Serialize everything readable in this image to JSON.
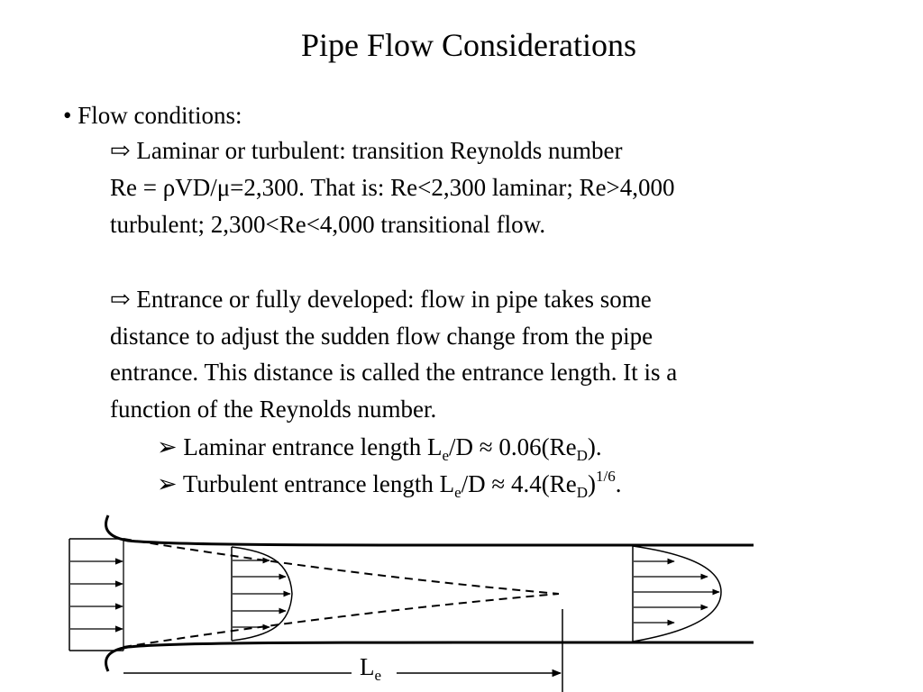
{
  "slide": {
    "title": "Pipe Flow Considerations",
    "bullet": "•",
    "heading": "Flow conditions:",
    "arrow_glyph": "⇨",
    "sub_arrow_glyph": "➢",
    "laminar_line": "Laminar or turbulent: transition Reynolds number",
    "re_line": "Re = ρVD/μ=2,300.  That is: Re<2,300 laminar; Re>4,000",
    "re_line_cont": "turbulent; 2,300<Re<4,000 transitional flow.",
    "entrance_lines": [
      "Entrance or fully developed: flow in pipe takes some",
      "distance to adjust the sudden flow change from the pipe",
      "entrance.  This distance is called the entrance length.  It is a",
      "function of the Reynolds number."
    ],
    "laminar_entrance": {
      "prefix": "Laminar entrance length L",
      "sub_e": "e",
      "mid": "/D ≈ 0.06(Re",
      "sub_d": "D",
      "end": ")."
    },
    "turbulent_entrance": {
      "prefix": "Turbulent entrance length L",
      "sub_e": "e",
      "mid": "/D ≈ 4.4(Re",
      "sub_d": "D",
      "close": ")",
      "sup": "1/6",
      "end": "."
    }
  },
  "diagram": {
    "le_main": "L",
    "le_sub": "e"
  }
}
